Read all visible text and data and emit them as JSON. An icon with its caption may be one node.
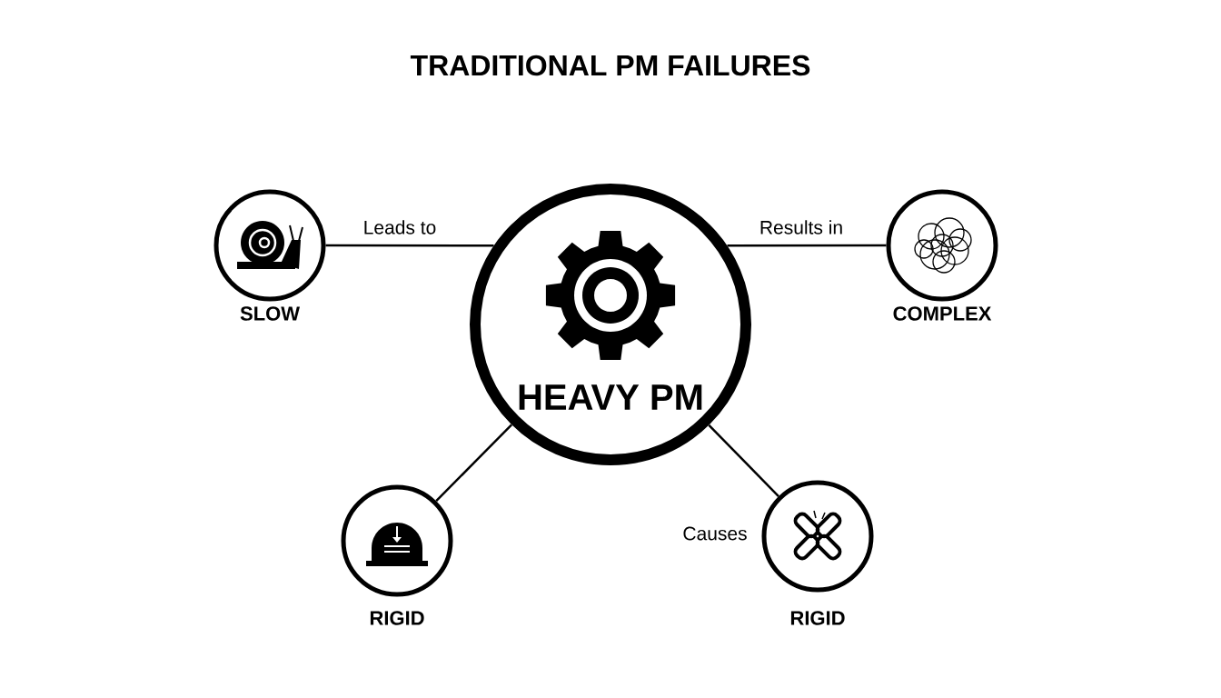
{
  "diagram": {
    "title": "TRADITIONAL PM FAILURES",
    "nodes": [
      {
        "text": [
          "HEAVY PM"
        ]
      },
      {
        "text": [
          "SLOW"
        ]
      },
      {
        "text": [
          "COMPLEX"
        ]
      },
      {
        "text": [
          "RIGID"
        ]
      },
      {
        "text": [
          "RIGID"
        ]
      }
    ],
    "edges": [
      {
        "from": 1,
        "to": 0,
        "arrow": "none",
        "label": "Leads to"
      },
      {
        "from": 0,
        "to": 2,
        "arrow": "none",
        "label": "Results in"
      },
      {
        "from": 0,
        "to": 3,
        "arrow": "none"
      },
      {
        "from": 0,
        "to": 4,
        "arrow": "none",
        "label": "Causes"
      }
    ]
  }
}
